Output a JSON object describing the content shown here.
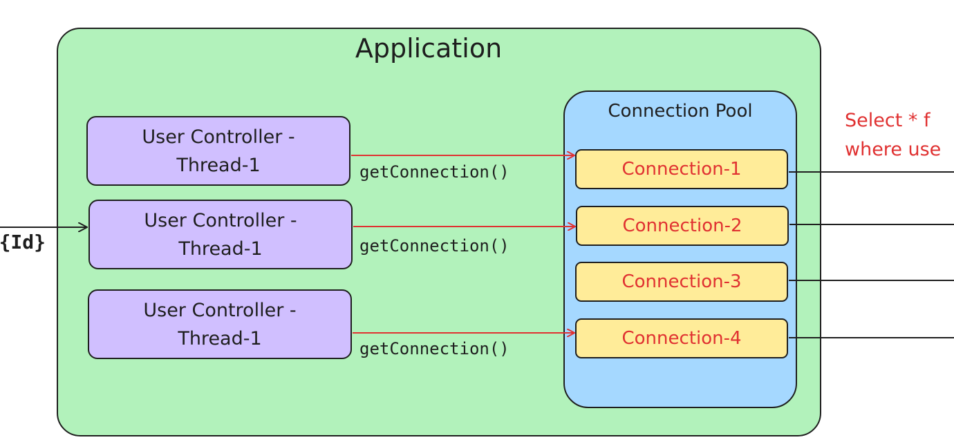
{
  "application": {
    "title": "Application"
  },
  "connection_pool": {
    "title": "Connection Pool",
    "connections": [
      {
        "label": "Connection-1"
      },
      {
        "label": "Connection-2"
      },
      {
        "label": "Connection-3"
      },
      {
        "label": "Connection-4"
      }
    ]
  },
  "controllers": [
    {
      "line1": "User Controller -",
      "line2": "Thread-1"
    },
    {
      "line1": "User Controller -",
      "line2": "Thread-1"
    },
    {
      "line1": "User Controller -",
      "line2": "Thread-1"
    }
  ],
  "edges": [
    {
      "label": "getConnection()"
    },
    {
      "label": "getConnection()"
    },
    {
      "label": "getConnection()"
    }
  ],
  "query": {
    "line1": "Select * f",
    "line2": "where use"
  },
  "incoming_request": {
    "label": "{Id}"
  },
  "colors": {
    "application_fill": "#b2f2bb",
    "pool_fill": "#a5d8ff",
    "controller_fill": "#d0bfff",
    "connection_fill": "#ffec99",
    "accent_red": "#e03131",
    "stroke": "#1e1e1e"
  }
}
